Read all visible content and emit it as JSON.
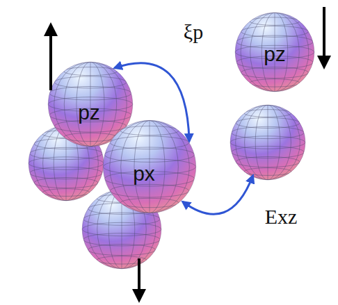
{
  "diagram": {
    "nodes": [
      {
        "text": [
          "pz"
        ]
      },
      {
        "text": [
          "px"
        ]
      },
      {
        "text": [
          "pz"
        ]
      }
    ],
    "edges": [
      {
        "from": 0,
        "to": 1,
        "arrow": "both",
        "label": "ξp"
      },
      {
        "from": 1,
        "to": 2,
        "arrow": "both",
        "label": "Exz"
      }
    ]
  }
}
